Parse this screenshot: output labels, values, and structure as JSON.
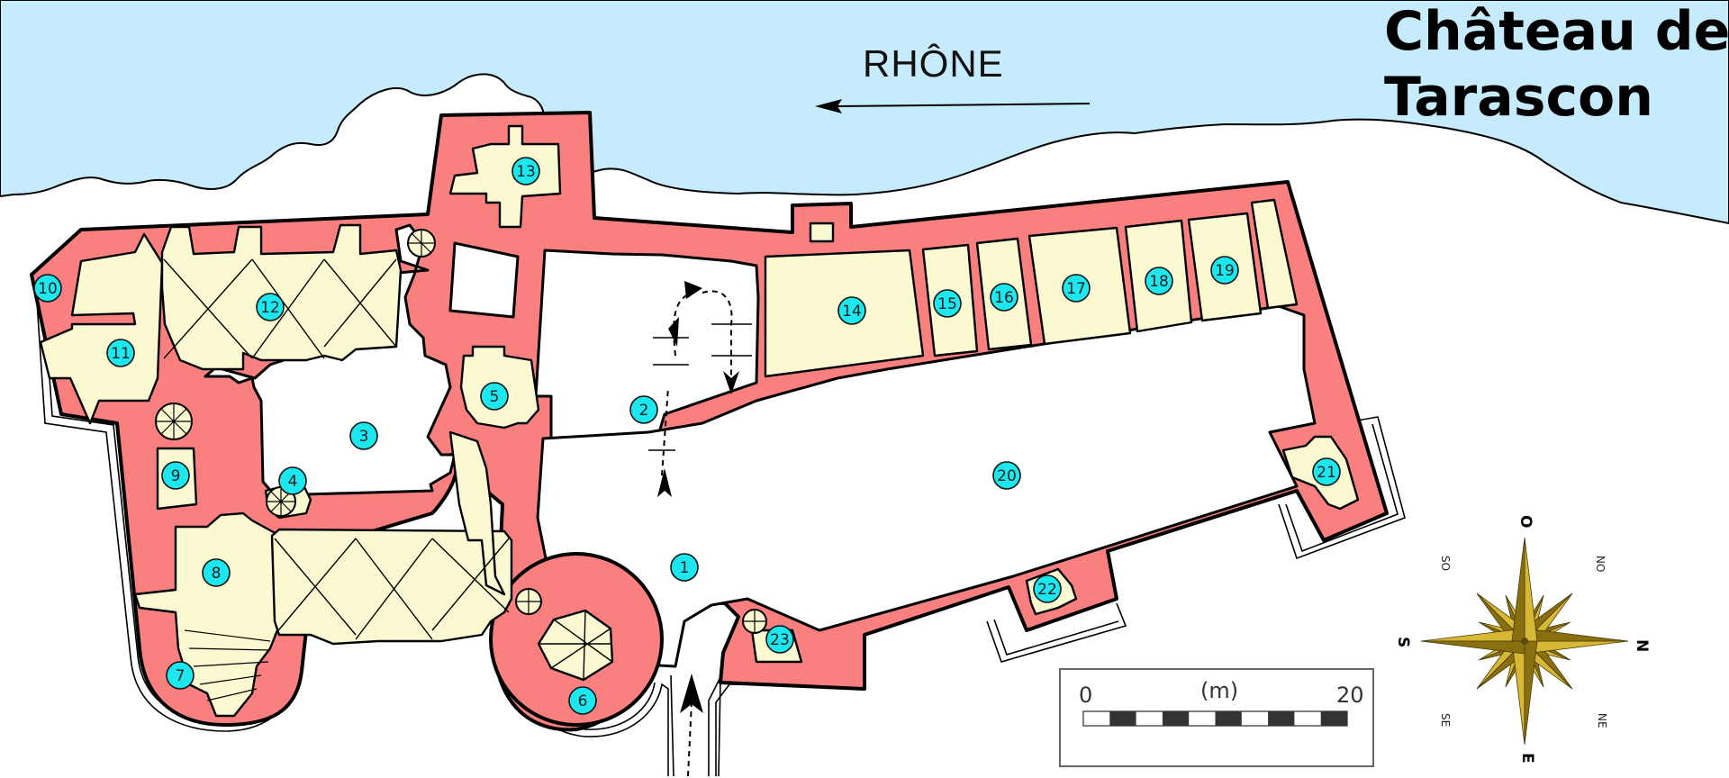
{
  "title": {
    "line1": "Château de",
    "line2": "Tarascon"
  },
  "river": {
    "label": "RHÔNE"
  },
  "colors": {
    "water": "#c6ebfc",
    "wall": "#fa8080",
    "room": "#fbf9d2",
    "marker": "#1de7ee",
    "compass_gold": "#d7b834"
  },
  "markers": [
    "1",
    "2",
    "3",
    "4",
    "5",
    "6",
    "7",
    "8",
    "9",
    "10",
    "11",
    "12",
    "13",
    "14",
    "15",
    "16",
    "17",
    "18",
    "19",
    "20",
    "21",
    "22",
    "23"
  ],
  "scale_bar": {
    "start": "0",
    "unit": "(m)",
    "end": "20"
  },
  "compass": {
    "north": "N",
    "south": "S",
    "east": "E",
    "west": "O",
    "ne": "NE",
    "no": "NO",
    "se": "SE",
    "so": "SO"
  }
}
